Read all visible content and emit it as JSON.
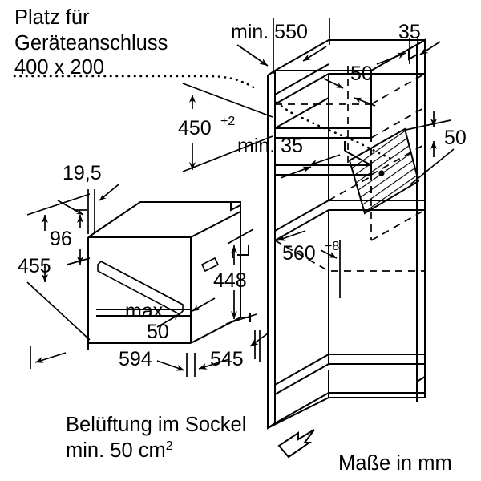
{
  "drawing": {
    "title_note": {
      "line1": "Platz für",
      "line2": "Geräteanschluss",
      "line3": "400 x 200"
    },
    "footer_note": {
      "line1": "Belüftung im Sockel",
      "line2_prefix": "min. 50 cm",
      "line2_sup": "2"
    },
    "units_note": "Maße in mm",
    "dimensions": {
      "niche_width_min": "min. 550",
      "niche_top_offset": "35",
      "recess_depth_50": "50",
      "connection_height_50": "50",
      "niche_height": "450",
      "niche_height_tol": "+2",
      "rear_clearance_min": "min. 35",
      "niche_depth": "560",
      "niche_depth_tol": "+8",
      "appliance_frame_thickness": "19,5",
      "appliance_top_to_cavity": "96",
      "appliance_front_height": "455",
      "appliance_body_height": "448",
      "appliance_width": "594",
      "appliance_depth": "545",
      "door_gap_label": "max.",
      "door_gap_value": "50"
    },
    "icons": {
      "airflow": "airflow-arrow-icon",
      "connection_box": "connection-box-hatched-icon"
    },
    "colors": {
      "line": "#000000",
      "background": "#ffffff"
    }
  }
}
